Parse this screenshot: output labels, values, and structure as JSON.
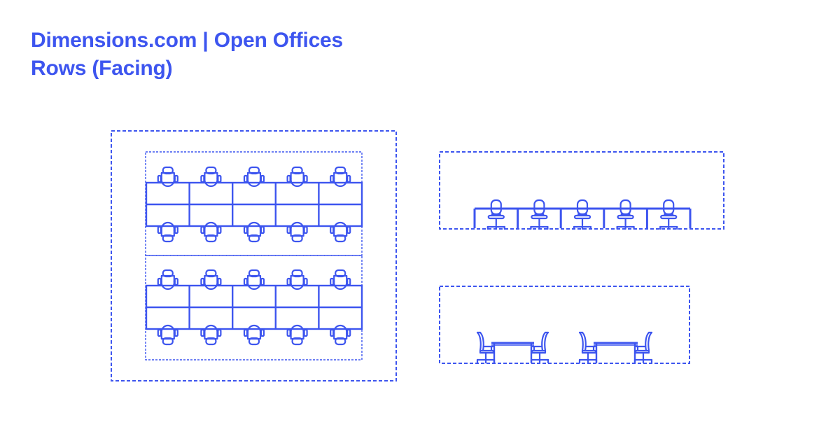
{
  "header": {
    "line1": "Dimensions.com | Open Offices",
    "line2": "Rows (Facing)"
  },
  "colors": {
    "accent": "#3d55ef",
    "background": "#ffffff"
  },
  "drawing": {
    "plan_rows": 2,
    "desks_per_row": 5,
    "front_elevation_chairs": 5,
    "side_elevation_groups": 2
  }
}
